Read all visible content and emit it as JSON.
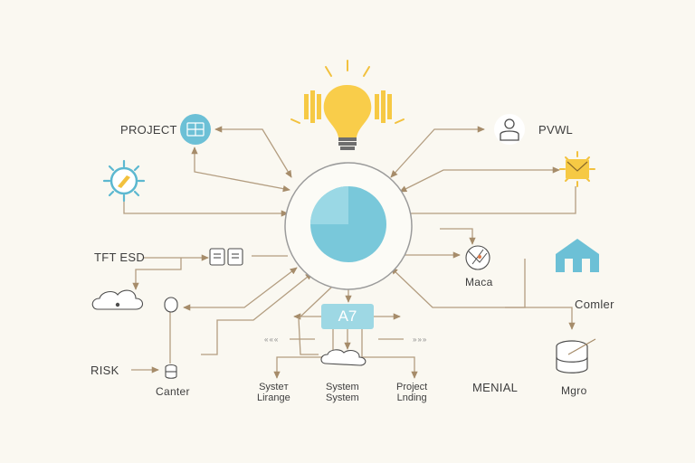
{
  "colors": {
    "background": "#faf8f1",
    "arrow": "#a68c6a",
    "accent_blue": "#7bc9da",
    "bulb_yellow": "#f6c944",
    "hub_border": "#9b9b9b"
  },
  "labels": {
    "project": "PROJECT",
    "pvwl": "PVWL",
    "tft_esd": "TFT ESD",
    "maca": "Maca",
    "comler": "Comler",
    "risk": "RISK",
    "canter": "Canter",
    "menial": "MENIAL",
    "mgro": "Mgro",
    "system_lirange": "Systeт\nLirange",
    "system_center": "System\nSystem",
    "project_lnding": "Project\nLnding",
    "hub_box": "A7",
    "arrow_left": "«««",
    "arrow_right": "»»»"
  },
  "icons": [
    "lightbulb-icon",
    "globe-icon",
    "gear-icon",
    "user-icon",
    "mail-icon",
    "documents-icon",
    "cloud-icon",
    "database-icon",
    "globe-network-icon",
    "warehouse-icon",
    "pie-chart-icon",
    "capsule-icon"
  ]
}
